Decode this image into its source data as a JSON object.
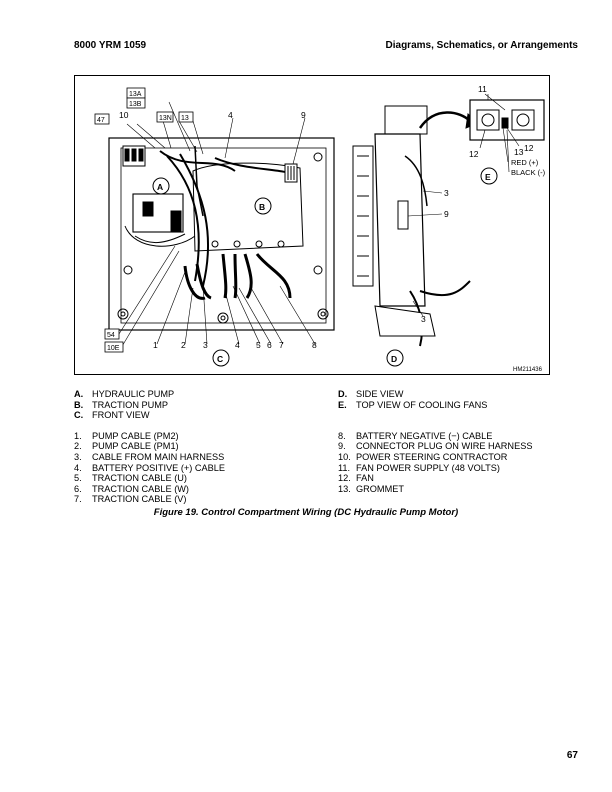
{
  "header": {
    "doc_id": "8000 YRM 1059",
    "section": "Diagrams, Schematics, or Arrangements"
  },
  "figure": {
    "image_code": "HM211436",
    "callouts": {
      "c13A": "13A",
      "c13B": "13B",
      "c47": "47",
      "c10": "10",
      "c13N": "13N",
      "c13": "13",
      "c4": "4",
      "c9": "9",
      "c54": "54",
      "c10E": "10E",
      "b1": "1",
      "b2": "2",
      "b3": "3",
      "b4": "4",
      "b5": "5",
      "b6": "6",
      "b7": "7",
      "b8": "8",
      "d3a": "3",
      "d9": "9",
      "d3b": "3",
      "e11": "11",
      "e12a": "12",
      "e13": "13",
      "e12b": "12",
      "red": "RED (+)",
      "black": "BLACK (-)"
    },
    "view_labels": {
      "A": "A",
      "B": "B",
      "C": "C",
      "D": "D",
      "E": "E"
    }
  },
  "legend_left": {
    "views": [
      {
        "key": "A.",
        "text": "HYDRAULIC PUMP"
      },
      {
        "key": "B.",
        "text": "TRACTION PUMP"
      },
      {
        "key": "C.",
        "text": "FRONT VIEW"
      }
    ],
    "items": [
      {
        "key": "1.",
        "text": "PUMP CABLE (PM2)"
      },
      {
        "key": "2.",
        "text": "PUMP CABLE (PM1)"
      },
      {
        "key": "3.",
        "text": "CABLE FROM MAIN HARNESS"
      },
      {
        "key": "4.",
        "text": "BATTERY POSITIVE (+) CABLE"
      },
      {
        "key": "5.",
        "text": "TRACTION CABLE (U)"
      },
      {
        "key": "6.",
        "text": "TRACTION CABLE (W)"
      },
      {
        "key": "7.",
        "text": "TRACTION CABLE (V)"
      }
    ]
  },
  "legend_right": {
    "views": [
      {
        "key": "D.",
        "text": "SIDE VIEW"
      },
      {
        "key": "E.",
        "text": "TOP VIEW OF COOLING FANS"
      }
    ],
    "items": [
      {
        "key": "8.",
        "text": "BATTERY NEGATIVE (−) CABLE"
      },
      {
        "key": "9.",
        "text": "CONNECTOR PLUG ON WIRE HARNESS"
      },
      {
        "key": "10.",
        "text": "POWER STEERING CONTRACTOR"
      },
      {
        "key": "11.",
        "text": "FAN POWER SUPPLY (48 VOLTS)"
      },
      {
        "key": "12.",
        "text": "FAN"
      },
      {
        "key": "13.",
        "text": "GROMMET"
      }
    ]
  },
  "caption": "Figure 19. Control Compartment Wiring (DC Hydraulic Pump Motor)",
  "page_number": "67"
}
